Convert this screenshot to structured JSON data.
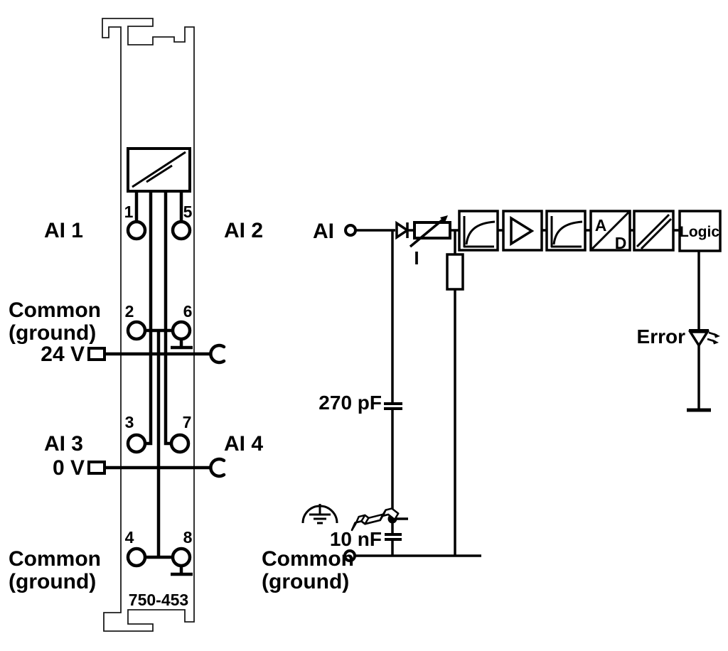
{
  "module": {
    "part_number": "750-453",
    "terminals": {
      "t1": "1",
      "t2": "2",
      "t3": "3",
      "t4": "4",
      "t5": "5",
      "t6": "6",
      "t7": "7",
      "t8": "8"
    },
    "labels": {
      "ai1": "AI 1",
      "ai2": "AI 2",
      "ai3": "AI 3",
      "ai4": "AI 4",
      "supply_24v": "24 V",
      "supply_0v": "0 V",
      "common_top": [
        "Common",
        "(ground)"
      ],
      "common_bottom": [
        "Common",
        "(ground)"
      ]
    }
  },
  "schematic": {
    "input_label": "AI",
    "current_source_label": "I",
    "filter_cap_value": "270 pF",
    "rail_cap_value": "10 nF",
    "common_label": [
      "Common",
      "(ground)"
    ],
    "error_led_label": "Error",
    "adc_top": "A",
    "adc_bottom": "D",
    "logic_label": "Logic"
  },
  "colors": {
    "ink": "#000000",
    "housing_outline": "#1c1c1c",
    "background": "#ffffff"
  }
}
